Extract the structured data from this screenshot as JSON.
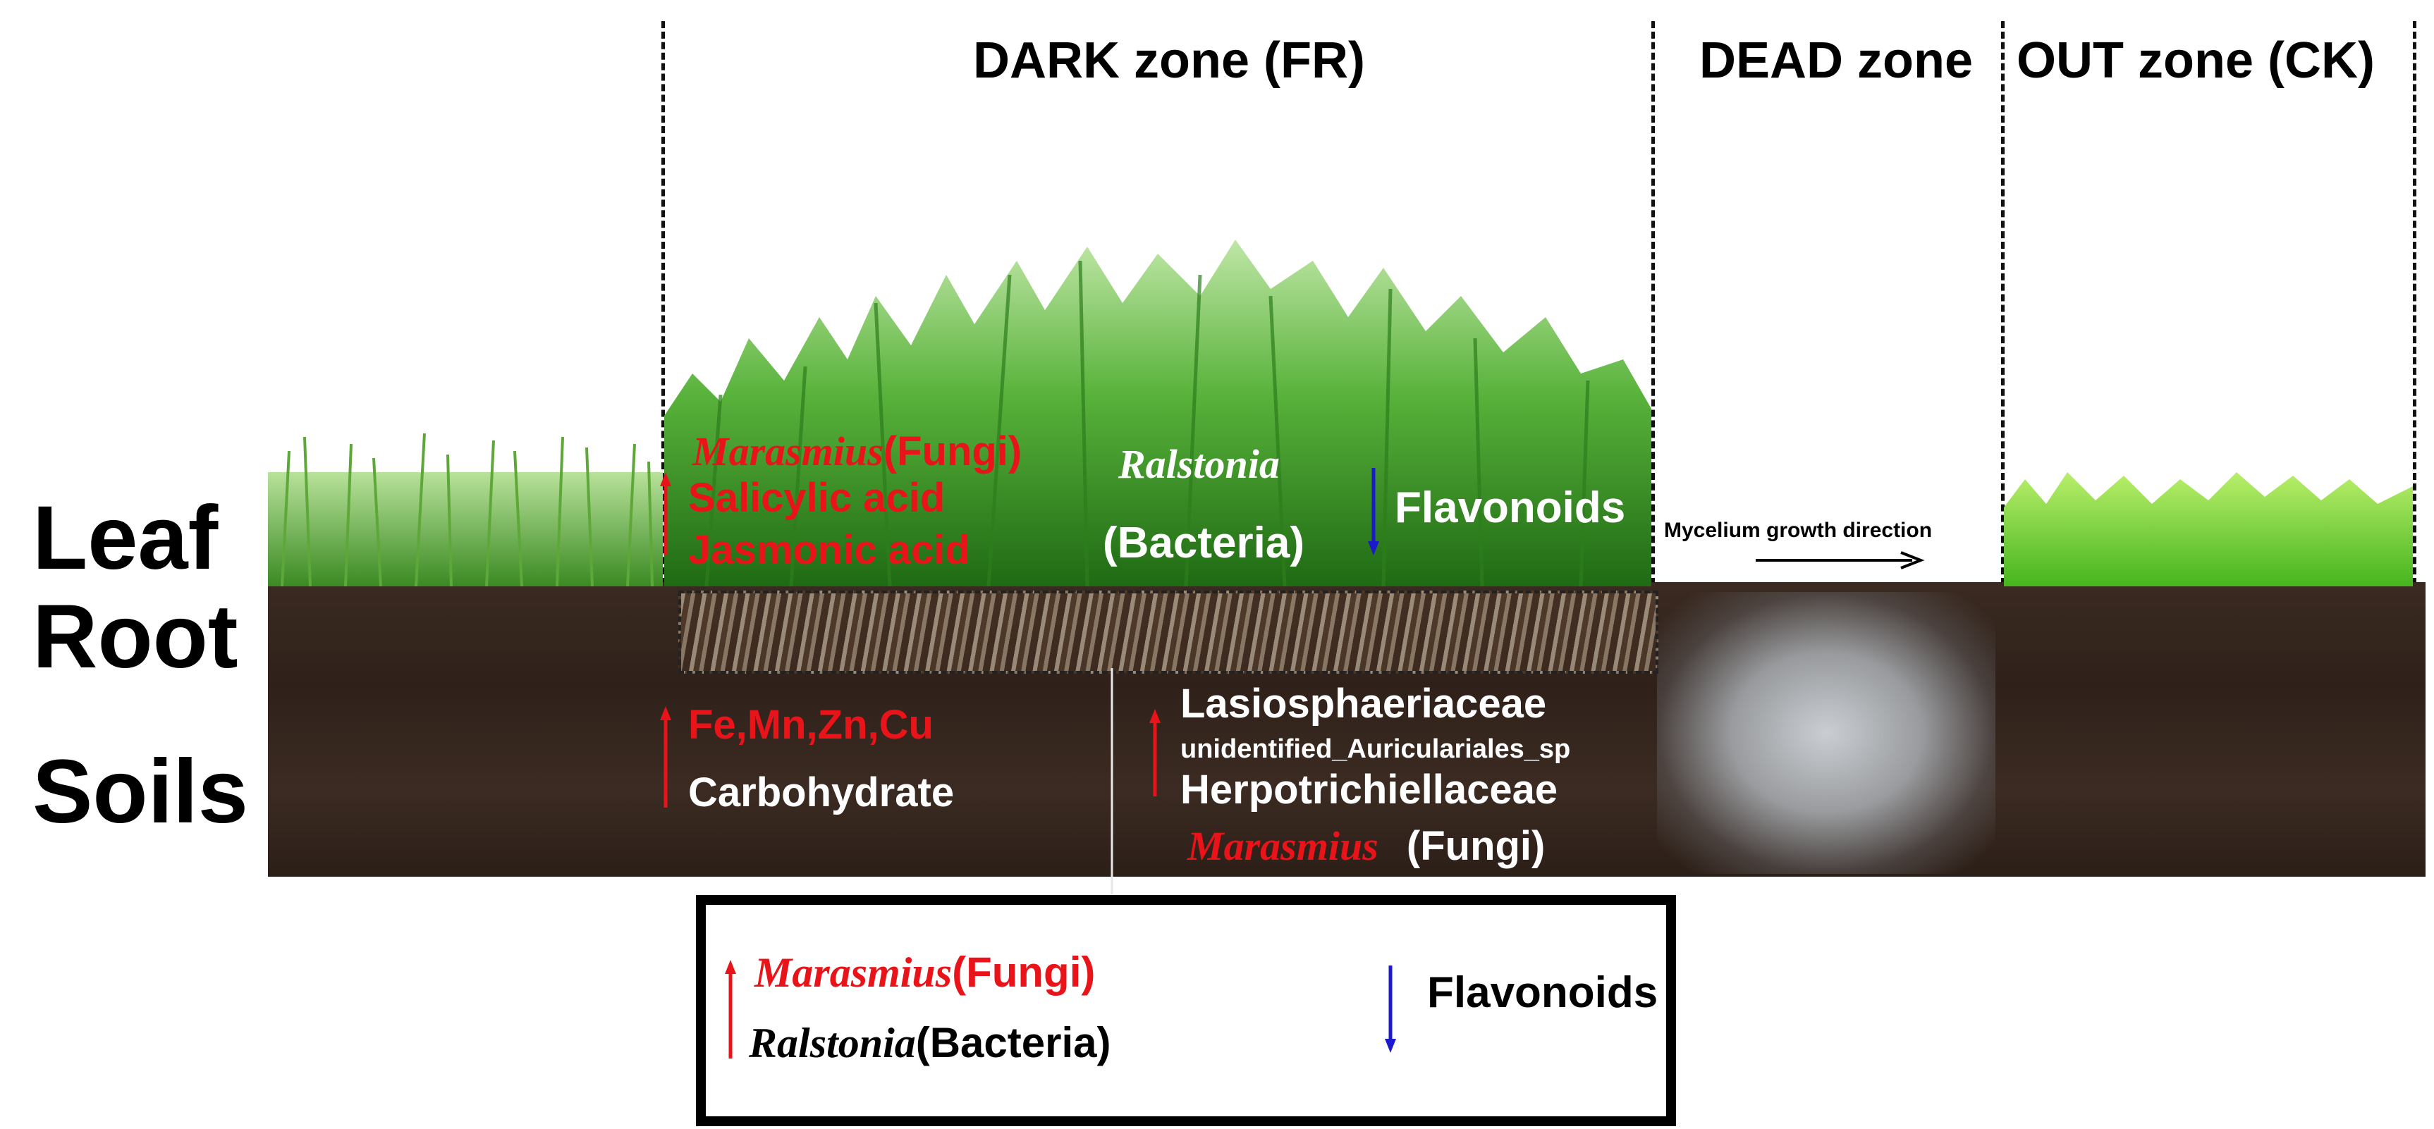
{
  "zones": {
    "dark": "DARK zone (FR)",
    "dead": "DEAD zone",
    "out": "OUT zone (CK)"
  },
  "side_labels": {
    "leaf": "Leaf",
    "root": "Root",
    "soils": "Soils"
  },
  "leaf_zone": {
    "marasmius_genus": "Marasmius",
    "marasmius_kingdom": "(Fungi)",
    "salicylic": "Salicylic acid",
    "jasmonic": "Jasmonic acid",
    "ralstonia": "Ralstonia",
    "bacteria": "(Bacteria)",
    "flavonoids": "Flavonoids",
    "mycelium": "Mycelium growth direction"
  },
  "soil_zone": {
    "metals": "Fe,Mn,Zn,Cu",
    "carbohydrate": "Carbohydrate",
    "lasio": "Lasiosphaeriaceae",
    "auricularia": "unidentified_Auriculariales_sp",
    "herpo": "Herpotrichiellaceae",
    "marasmius_genus": "Marasmius",
    "fungi": "(Fungi)"
  },
  "root_box": {
    "marasmius_genus": "Marasmius",
    "marasmius_kingdom": "(Fungi)",
    "ralstonia": "Ralstonia",
    "bacteria": "(Bacteria)",
    "flavonoids": "Flavonoids"
  },
  "colors": {
    "up_arrow": "#e8141a",
    "down_arrow": "#1a1acc",
    "grass": "#3fa22a",
    "soil": "#33241c"
  }
}
